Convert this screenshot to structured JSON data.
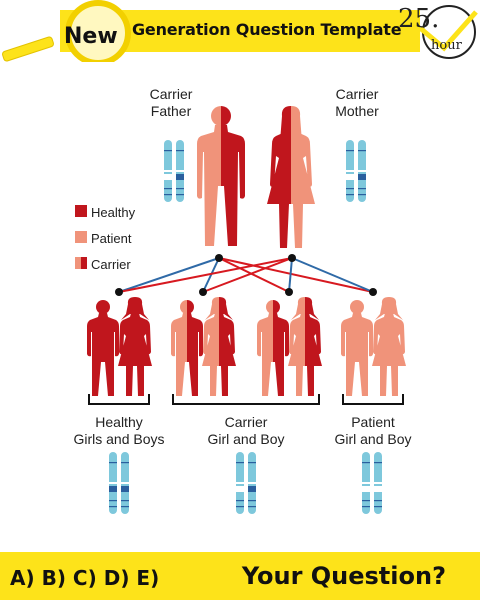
{
  "header": {
    "badge": "New",
    "title": "Generation Question Template",
    "number": "25.",
    "unit": "hour"
  },
  "parents": {
    "father_label": "Carrier\nFather",
    "mother_label": "Carrier\nMother"
  },
  "legend": [
    {
      "label": "Healthy",
      "color": "#c0161d"
    },
    {
      "label": "Patient",
      "color": "#f0937a"
    },
    {
      "label": "Carrier",
      "color": "split"
    }
  ],
  "children": {
    "healthy_label": "Healthy\nGirls and Boys",
    "carrier_label": "Carrier\nGirl and Boy",
    "patient_label": "Patient\nGirl and Boy"
  },
  "footer": {
    "answers": "A) B) C) D) E)",
    "question": "Your Question?"
  },
  "colors": {
    "healthy": "#c0161d",
    "patient": "#f0937a",
    "chromosome": "#7ec8dc",
    "band": "#2a5f9e",
    "line_red": "#d71920",
    "line_blue": "#2f6aa7",
    "accent": "#fde31a"
  }
}
